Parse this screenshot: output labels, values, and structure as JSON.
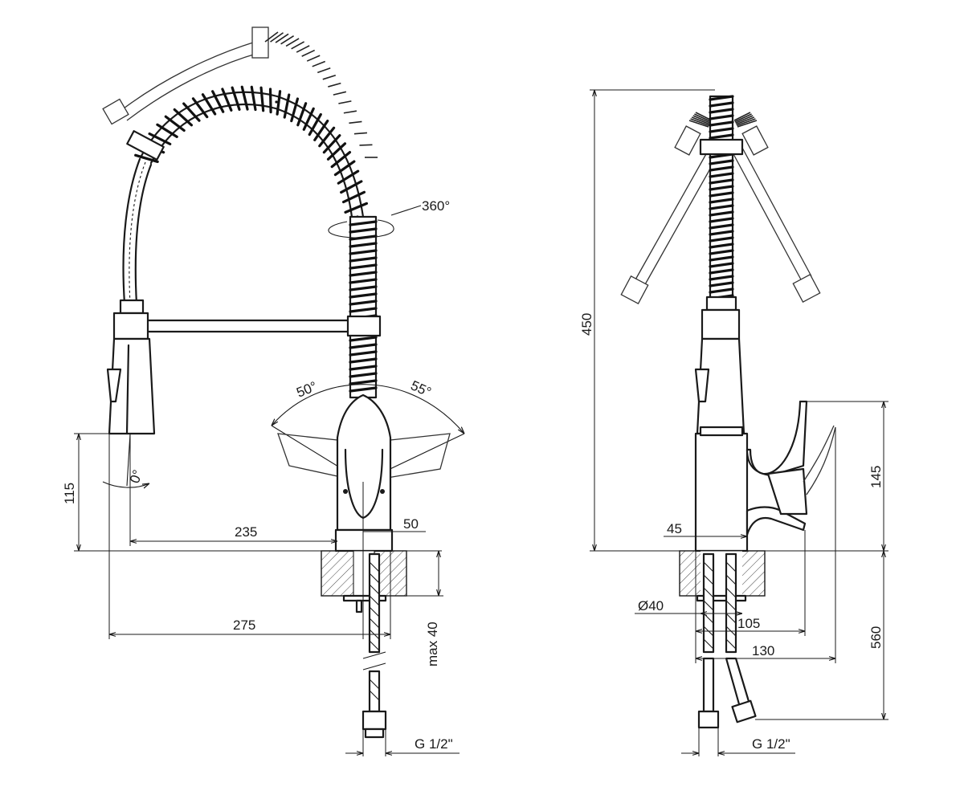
{
  "front_view": {
    "rotation_label": "360°",
    "angle_left": "50°",
    "angle_right": "55°",
    "spray_angle": "0°",
    "dim_height": "115",
    "dim_reach": "235",
    "dim_lever_offset": "50",
    "dim_total_reach": "275",
    "dim_deck_thickness": "max 40",
    "thread_label": "G 1/2\""
  },
  "side_view": {
    "dim_total_height": "450",
    "dim_lever_height": "145",
    "dim_body_width": "45",
    "dim_hole_diameter": "Ø40",
    "dim_lever_reach": "105",
    "dim_overall_depth": "130",
    "dim_hose_length": "560",
    "thread_label": "G 1/2\""
  }
}
